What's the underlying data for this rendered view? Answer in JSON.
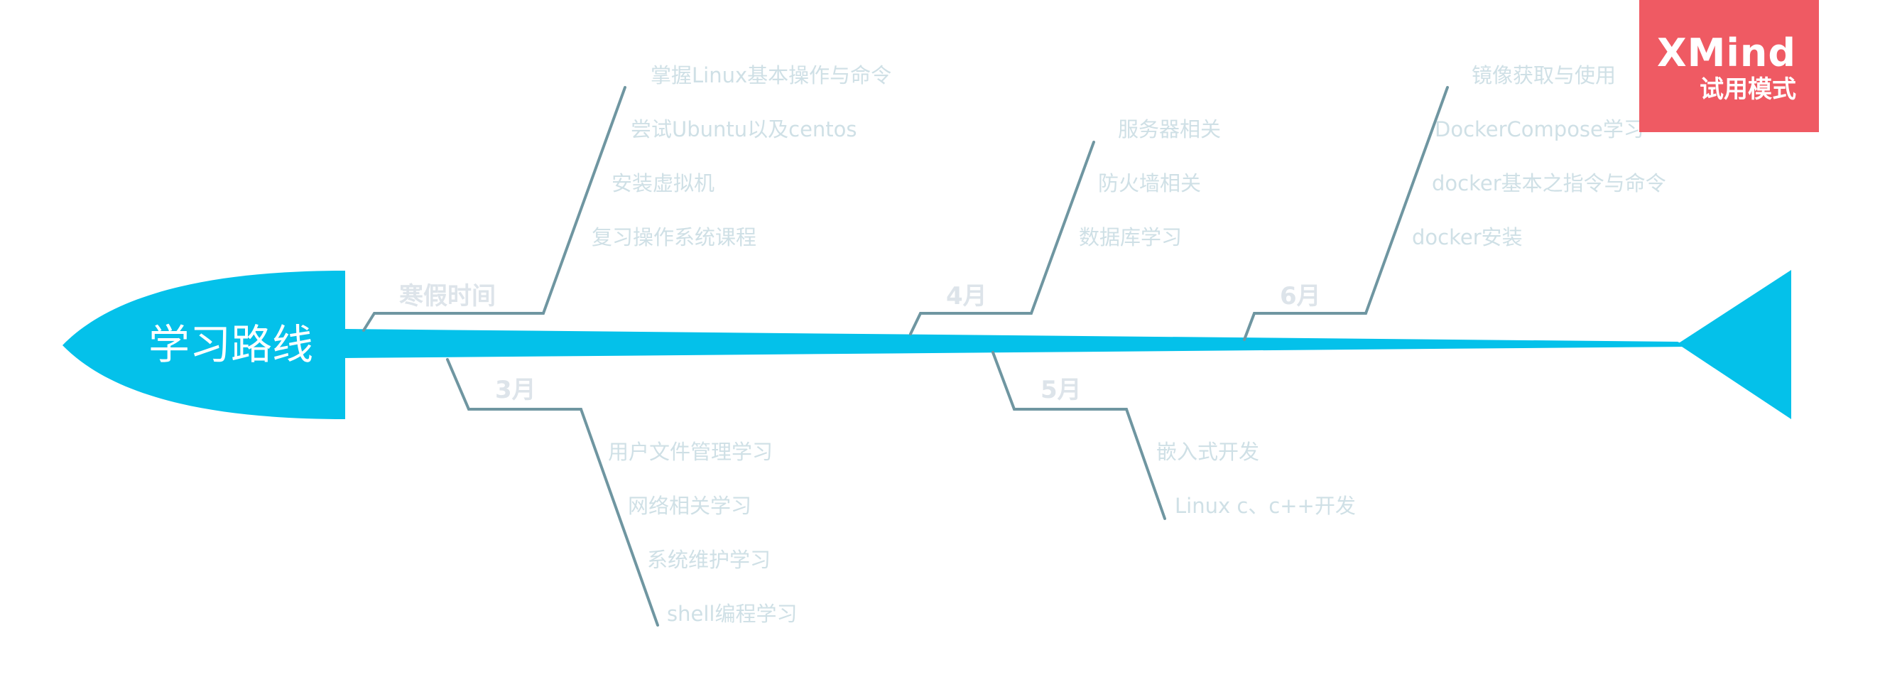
{
  "diagram": {
    "title": "学习路线",
    "branches": [
      {
        "label": "寒假时间",
        "items": [
          "掌握Linux基本操作与命令",
          "尝试Ubuntu以及centos",
          "安装虚拟机",
          "复习操作系统课程"
        ]
      },
      {
        "label": "3月",
        "items": [
          "用户文件管理学习",
          "网络相关学习",
          "系统维护学习",
          "shell编程学习"
        ]
      },
      {
        "label": "4月",
        "items": [
          "服务器相关",
          "防火墙相关",
          "数据库学习"
        ]
      },
      {
        "label": "5月",
        "items": [
          "嵌入式开发",
          "Linux  c、c++开发"
        ]
      },
      {
        "label": "6月",
        "items": [
          "镜像获取与使用",
          "DockerCompose学习",
          "docker基本之指令与命令",
          "docker安装"
        ]
      }
    ]
  },
  "badge": {
    "brand": "XMind",
    "mode": "试用模式"
  },
  "colors": {
    "spine": "#04c1ea",
    "lines": "#6f96a1",
    "badge": "#ef5a63",
    "leaf_text": "#cfe0e6",
    "branch_text": "#dde4ea"
  }
}
